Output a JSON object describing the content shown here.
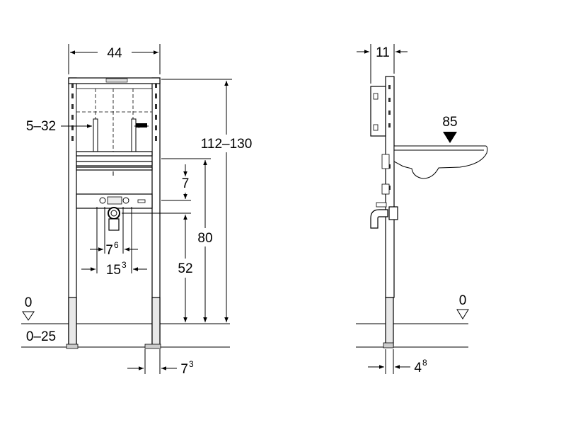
{
  "front_view": {
    "width": "44",
    "bracket_range": "5–32",
    "height_range": "112–130",
    "crossbar_offset": "7",
    "height_80": "80",
    "height_52": "52",
    "inner_spacing_main": "7",
    "inner_spacing_sup": "6",
    "outer_spacing_main": "15",
    "outer_spacing_sup": "3",
    "leg_offset_main": "7",
    "leg_offset_sup": "3",
    "floor_level": "0",
    "floor_range": "0–25"
  },
  "side_view": {
    "depth": "11",
    "basin_height": "85",
    "floor_level": "0",
    "foot_offset_main": "4",
    "foot_offset_sup": "8"
  }
}
